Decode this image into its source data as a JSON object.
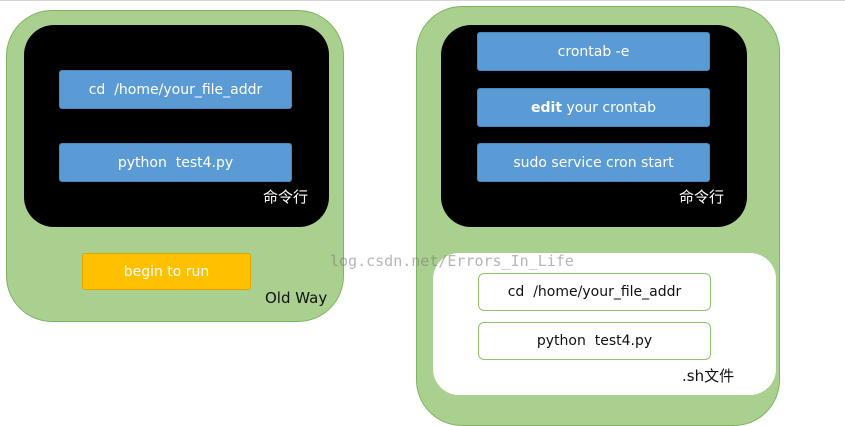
{
  "left_panel": {
    "commands": [
      "cd  /home/your_file_addr",
      "python  test4.py"
    ],
    "terminal_label": "命令行",
    "run_button": "begin to run",
    "footer_label": "Old Way"
  },
  "right_panel": {
    "commands": {
      "crontab": "crontab -e",
      "edit_bold": "edit",
      "edit_rest": " your crontab",
      "service": "sudo service cron start"
    },
    "terminal_label": "命令行",
    "sh_commands": [
      "cd  /home/your_file_addr",
      "python  test4.py"
    ],
    "sh_label": ".sh文件"
  },
  "watermark": "log.csdn.net/Errors_In_Life",
  "colors": {
    "panel_green": "#a9d08e",
    "command_blue": "#5b9bd5",
    "run_gold": "#ffc000",
    "terminal_black": "#000000"
  }
}
